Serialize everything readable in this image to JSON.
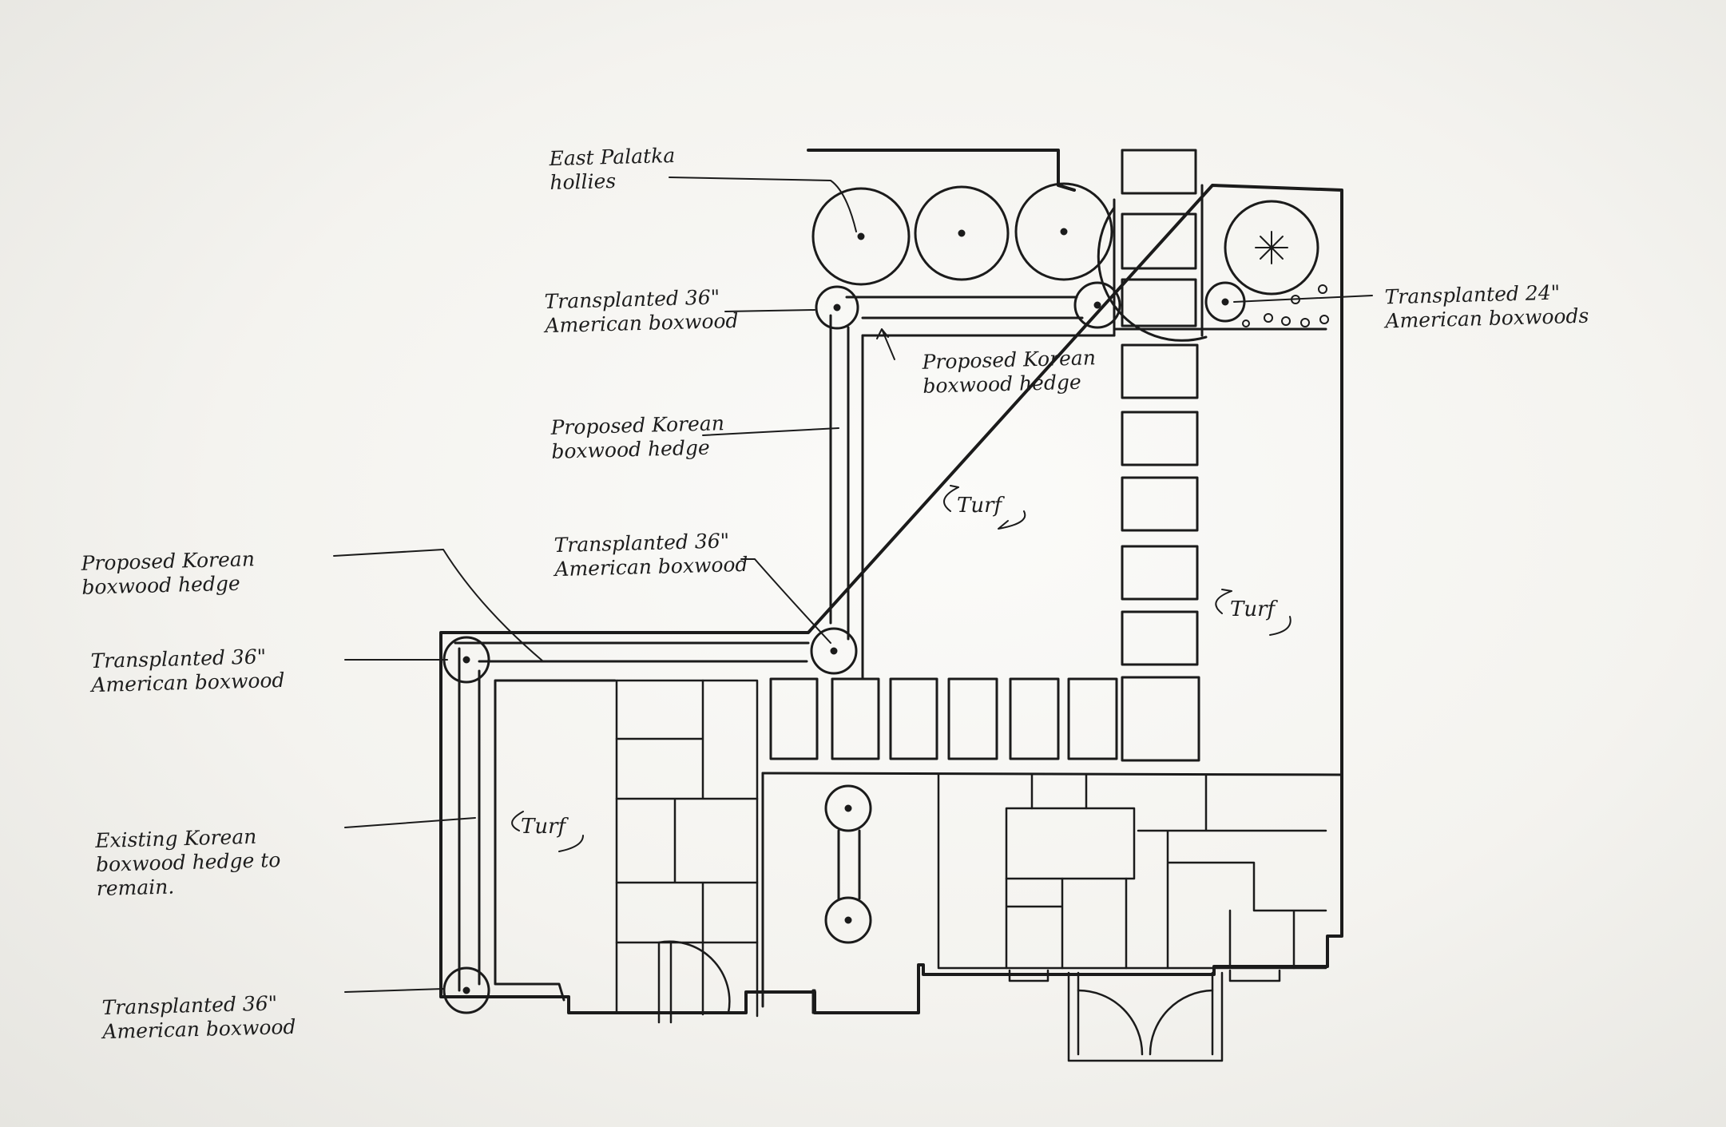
{
  "labels": {
    "east_palatka": "East Palatka\nhollies",
    "transplanted_36_top": "Transplanted  36\"\nAmerican boxwood",
    "proposed_korean_top": "Proposed Korean\nboxwood hedge",
    "proposed_korean_mid": "Proposed Korean\nboxwood hedge",
    "transplanted_36_mid": "Transplanted  36\"\nAmerican boxwood",
    "proposed_korean_left": "Proposed Korean\nboxwood hedge",
    "transplanted_36_left": "Transplanted  36\"\nAmerican boxwood",
    "existing_korean": "Existing Korean\nboxwood hedge to\nremain.",
    "transplanted_36_bottom": "Transplanted  36\"\nAmerican boxwood",
    "transplanted_24_right": "Transplanted  24\"\nAmerican boxwoods",
    "turf": "Turf"
  },
  "colors": {
    "ink": "#1b1b1b",
    "paper": "#f7f7f4"
  }
}
